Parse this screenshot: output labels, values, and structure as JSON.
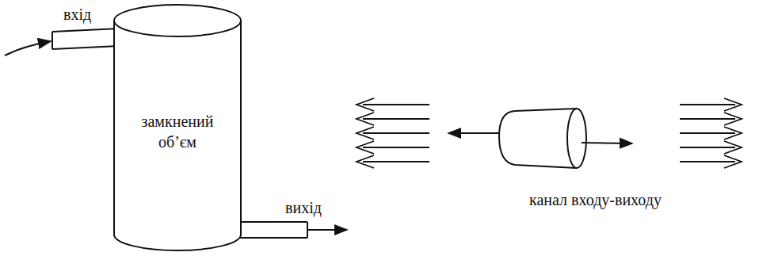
{
  "diagram": {
    "nodes": [
      {
        "text": [
          "замкнений об’єм"
        ]
      }
    ],
    "labels": [
      "вхід",
      "вихід",
      "канал входу-виходу"
    ]
  }
}
